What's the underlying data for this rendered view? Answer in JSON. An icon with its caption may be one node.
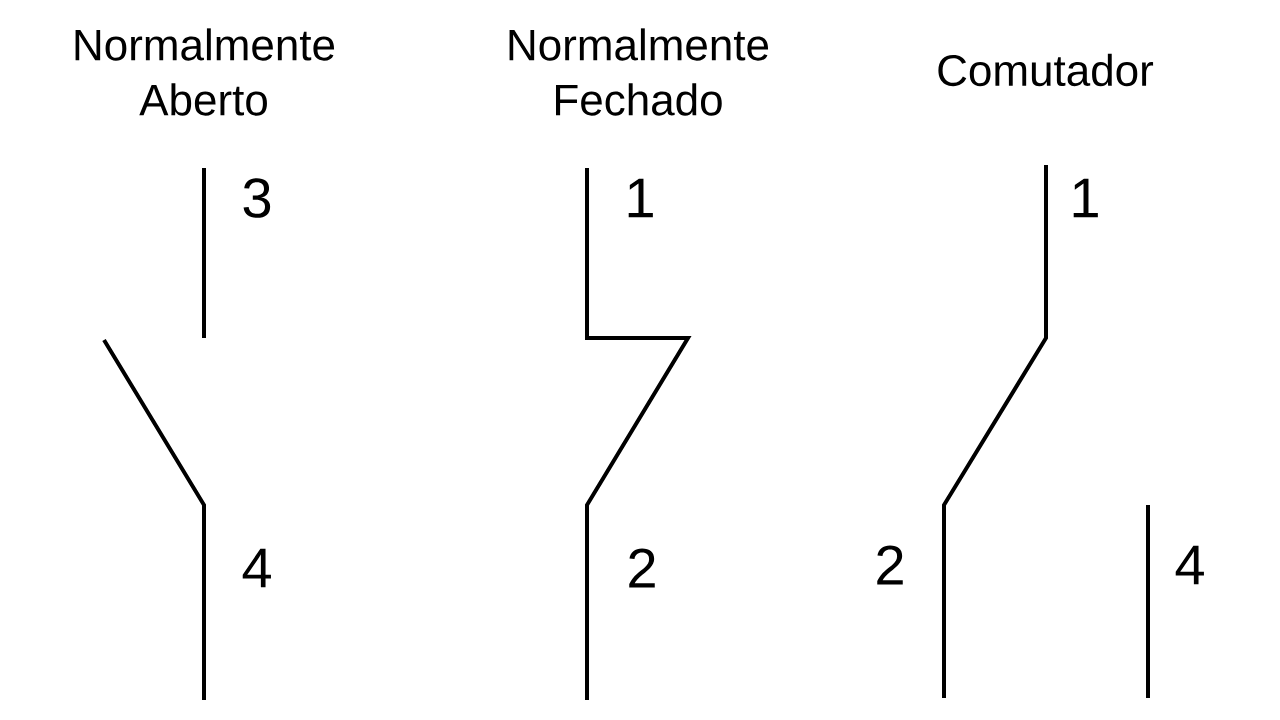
{
  "diagram": {
    "labels": [
      "Normalmente Aberto",
      "Normalmente Fechado",
      "Comutador",
      "3",
      "1",
      "1",
      "4",
      "2",
      "2",
      "4"
    ]
  }
}
